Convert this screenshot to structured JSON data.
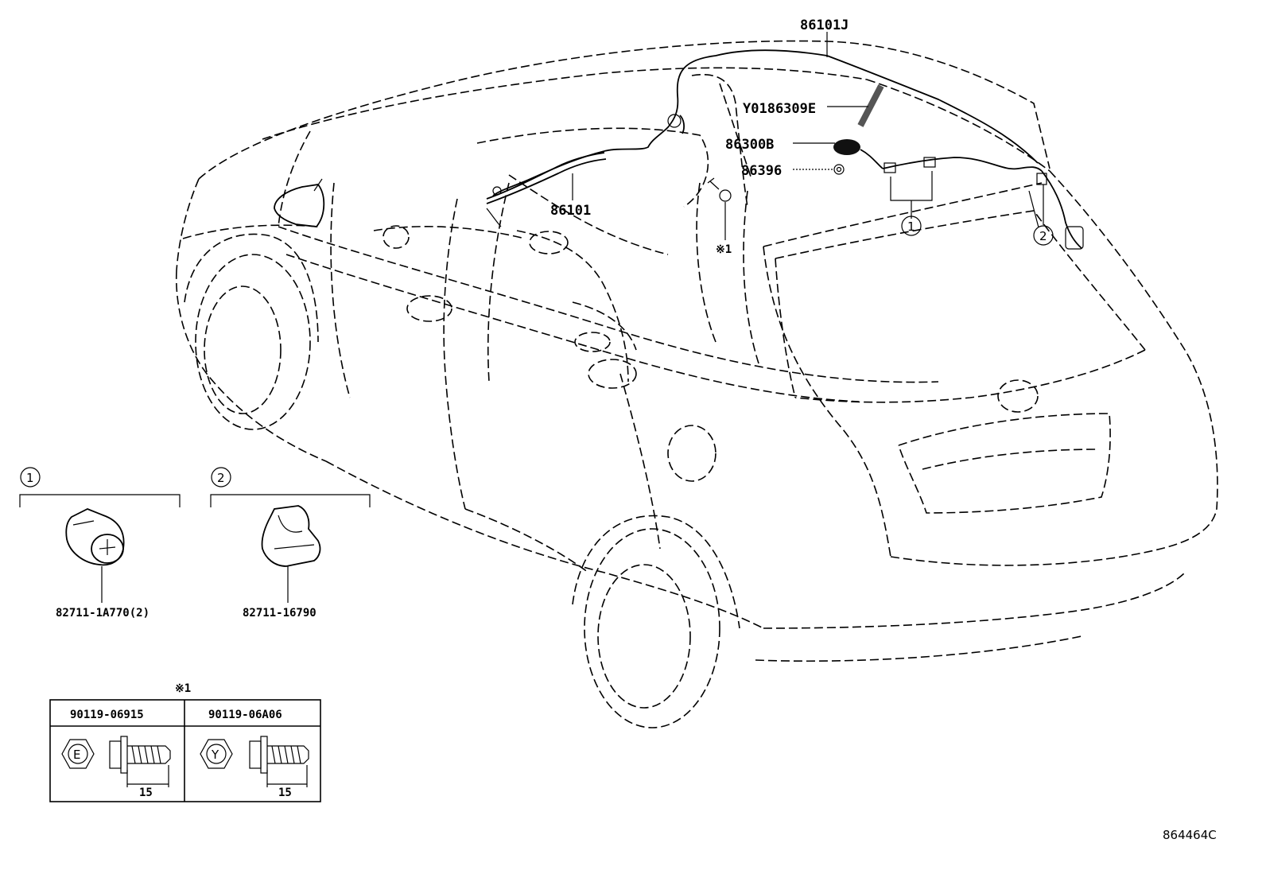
{
  "labels": {
    "harness_roof": "86101J",
    "antenna_rod": "Y0186309E",
    "antenna_base": "86300B",
    "nut": "86396",
    "harness_main": "86101",
    "ref_note": "※1",
    "callout_1": "1",
    "callout_2": "2",
    "clamp_1": "82711-1A770(2)",
    "clamp_2": "82711-16790",
    "diagram_id": "864464C"
  },
  "bolt_table": {
    "note": "※1",
    "columns": [
      {
        "part": "90119-06915",
        "mark": "E",
        "length": "15"
      },
      {
        "part": "90119-06A06",
        "mark": "Y",
        "length": "15"
      }
    ]
  }
}
